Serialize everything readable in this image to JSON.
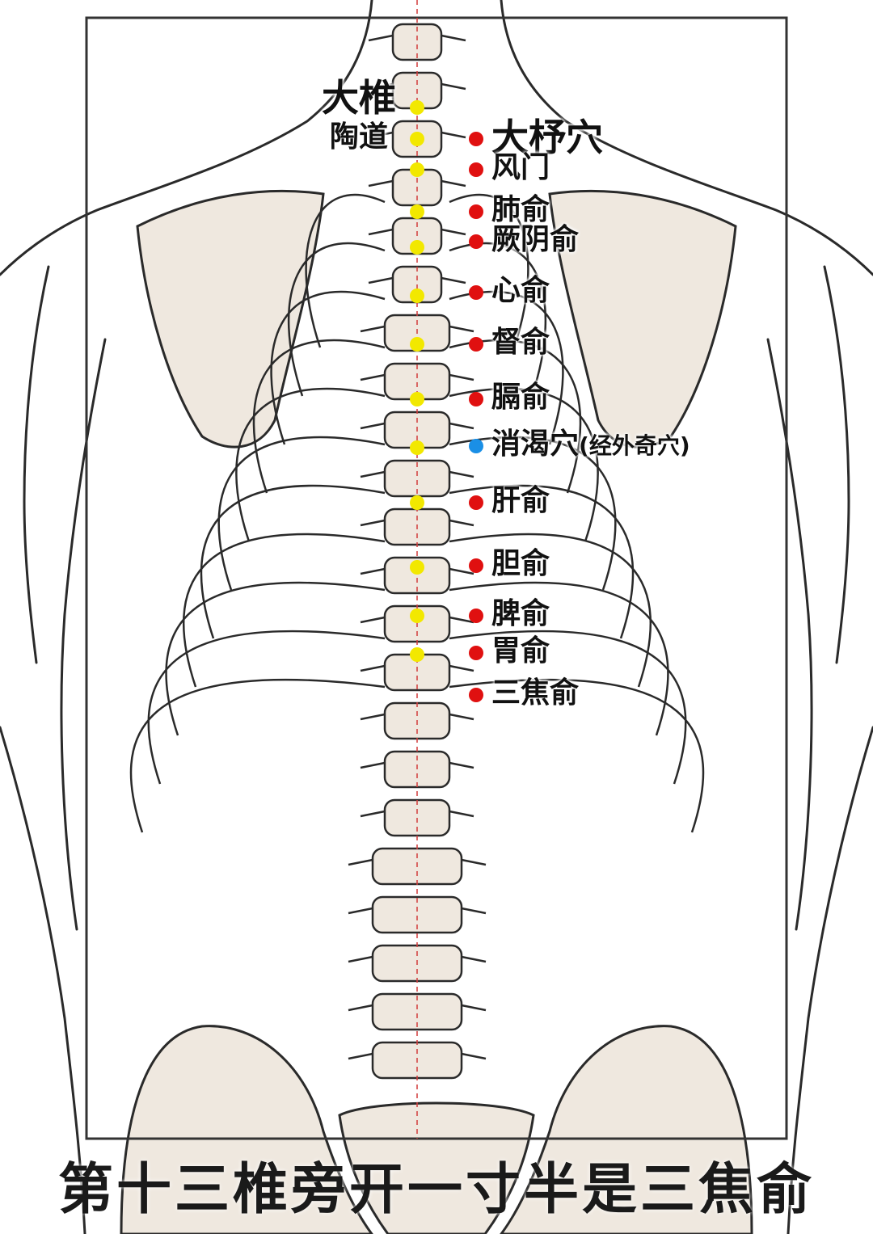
{
  "colors": {
    "midline_point": "#f2e800",
    "bladder_point": "#e01010",
    "extra_point": "#1a8fe6",
    "bone_fill": "#efe8df",
    "ink": "#2a2a2a",
    "frame": "#333333"
  },
  "midline_points": [
    {
      "label": "大椎"
    },
    {
      "label": "陶道"
    },
    {
      "label": ""
    },
    {
      "label": ""
    },
    {
      "label": ""
    },
    {
      "label": ""
    },
    {
      "label": ""
    },
    {
      "label": ""
    },
    {
      "label": ""
    },
    {
      "label": ""
    },
    {
      "label": ""
    },
    {
      "label": ""
    },
    {
      "label": ""
    }
  ],
  "side_points": [
    {
      "label": "大杼穴",
      "type": "bladder"
    },
    {
      "label": "风门",
      "type": "bladder"
    },
    {
      "label": "肺俞",
      "type": "bladder"
    },
    {
      "label": "厥阴俞",
      "type": "bladder"
    },
    {
      "label": "心俞",
      "type": "bladder"
    },
    {
      "label": "督俞",
      "type": "bladder"
    },
    {
      "label": "膈俞",
      "type": "bladder"
    },
    {
      "label": "消渴穴",
      "note": "(经外奇穴)",
      "type": "extra"
    },
    {
      "label": "肝俞",
      "type": "bladder"
    },
    {
      "label": "胆俞",
      "type": "bladder"
    },
    {
      "label": "脾俞",
      "type": "bladder"
    },
    {
      "label": "胃俞",
      "type": "bladder"
    },
    {
      "label": "三焦俞",
      "type": "bladder"
    }
  ],
  "caption": "第十三椎旁开一寸半是三焦俞"
}
